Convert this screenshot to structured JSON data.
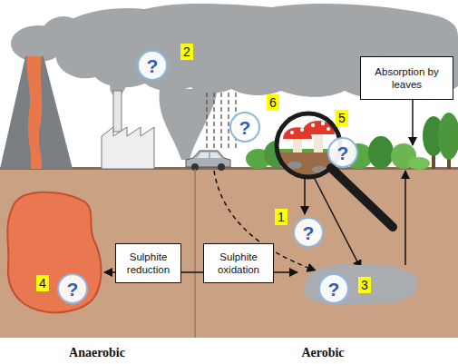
{
  "diagram": {
    "nodes": [
      {
        "text": [
          "?"
        ]
      },
      {
        "text": [
          "Absorption by leaves"
        ]
      },
      {
        "text": [
          "?"
        ]
      },
      {
        "text": [
          "?"
        ]
      },
      {
        "text": [
          "?"
        ]
      },
      {
        "text": [
          "?"
        ]
      },
      {
        "text": [
          "Sulphite reduction"
        ]
      },
      {
        "text": [
          "Sulphite oxidation"
        ]
      },
      {
        "text": [
          "?"
        ]
      }
    ],
    "edges": [
      {
        "from": 5,
        "to": 8,
        "arrow": "both"
      }
    ],
    "labels": [
      "2",
      "6",
      "5",
      "1",
      "4",
      "3",
      "Anaerobic",
      "Aerobic"
    ]
  }
}
